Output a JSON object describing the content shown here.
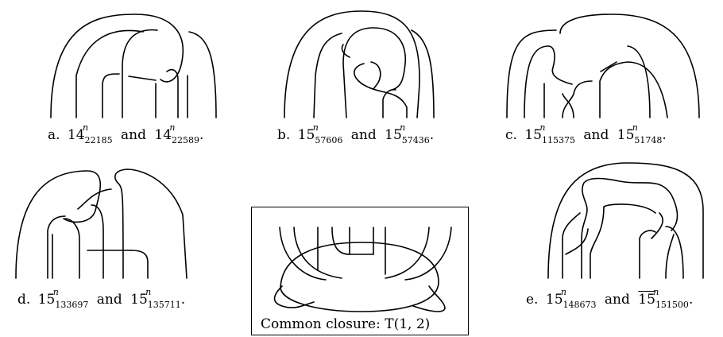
{
  "panels": [
    {
      "label": "a.",
      "knot1": {
        "base": "14",
        "sub": "22185"
      },
      "knot2": {
        "base": "14",
        "sub": "22589",
        "bar": false
      }
    },
    {
      "label": "b.",
      "knot1": {
        "base": "15",
        "sub": "57606"
      },
      "knot2": {
        "base": "15",
        "sub": "57436",
        "bar": false
      }
    },
    {
      "label": "c.",
      "knot1": {
        "base": "15",
        "sub": "115375"
      },
      "knot2": {
        "base": "15",
        "sub": "51748",
        "bar": false
      }
    },
    {
      "label": "d.",
      "knot1": {
        "base": "15",
        "sub": "133697"
      },
      "knot2": {
        "base": "15",
        "sub": "135711",
        "bar": false
      }
    },
    {
      "label": "e.",
      "knot1": {
        "base": "15",
        "sub": "148673"
      },
      "knot2": {
        "base": "15",
        "sub": "151500",
        "bar": true
      }
    }
  ],
  "superscript": "n",
  "connector": "and",
  "closure": {
    "caption": "Common closure: T(1, 2)"
  }
}
